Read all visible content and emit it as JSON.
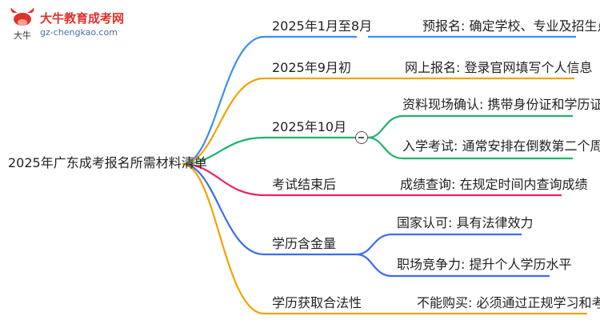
{
  "logo": {
    "title": "大牛教育成考网",
    "url": "gz-chengkao.com",
    "mark": "大牛"
  },
  "root": "2025年广东成考报名所需材料清单",
  "branches": [
    {
      "label": "2025年1月至8月",
      "color": "#3d8ef0",
      "children": [
        {
          "text": "预报名: 确定学校、专业及招生点"
        }
      ]
    },
    {
      "label": "2025年9月初",
      "color": "#f0a400",
      "children": [
        {
          "text": "网上报名: 登录官网填写个人信息"
        }
      ]
    },
    {
      "label": "2025年10月",
      "color": "#21b36b",
      "children": [
        {
          "text": "资料现场确认: 携带身份证和学历证书"
        },
        {
          "text": "入学考试: 通常安排在倒数第二个周末"
        }
      ]
    },
    {
      "label": "考试结束后",
      "color": "#e8265f",
      "children": [
        {
          "text": "成绩查询: 在规定时间内查询成绩"
        }
      ]
    },
    {
      "label": "学历含金量",
      "color": "#3d6bf0",
      "children": [
        {
          "text": "国家认可: 具有法律效力"
        },
        {
          "text": "职场竞争力: 提升个人学历水平"
        }
      ]
    },
    {
      "label": "学历获取合法性",
      "color": "#f0a400",
      "children": [
        {
          "text": "不能购买: 必须通过正规学习和考试"
        }
      ]
    }
  ]
}
